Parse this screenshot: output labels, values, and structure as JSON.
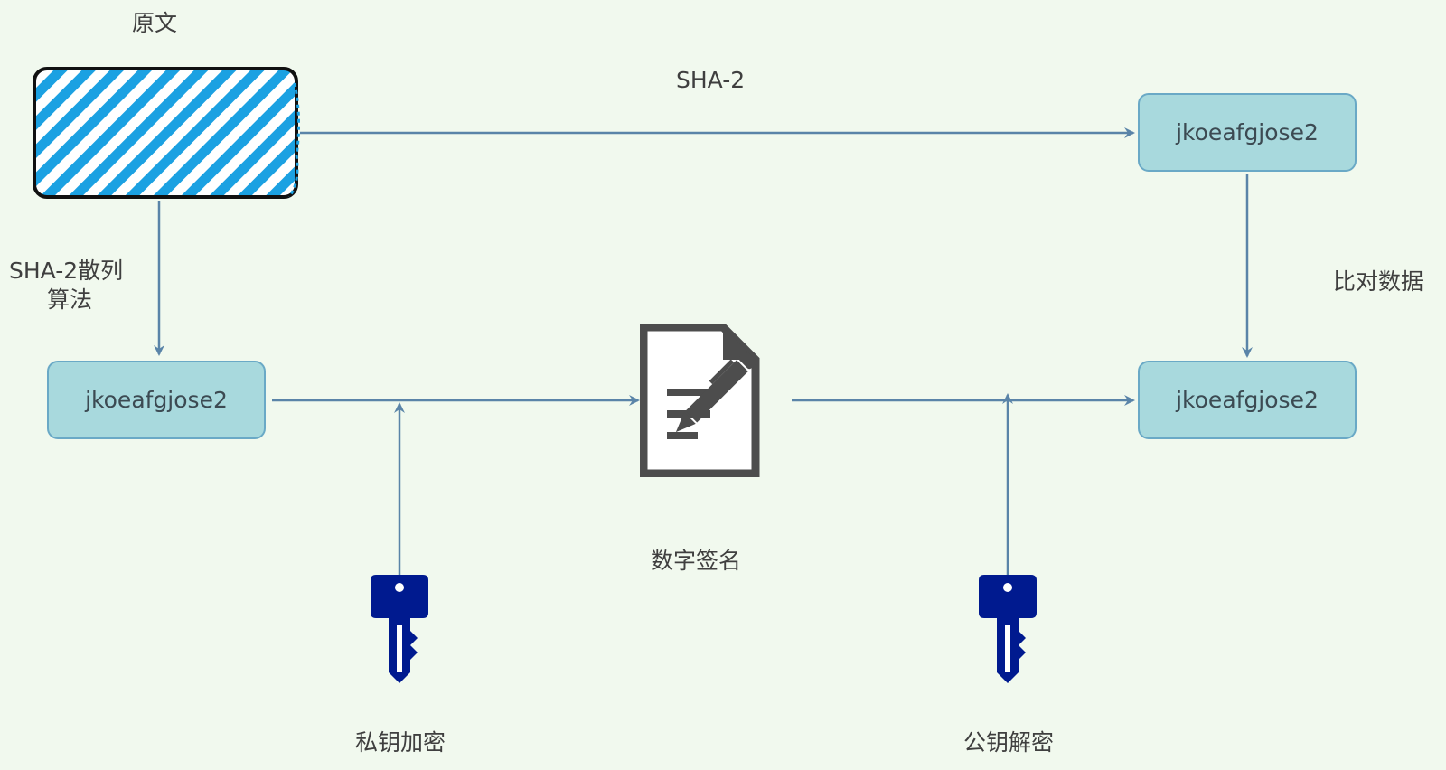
{
  "labels": {
    "plaintext": "原文",
    "sha2_top": "SHA-2",
    "sha2_hash_line1": "SHA-2散列",
    "sha2_hash_line2": "算法",
    "compare_data": "比对数据",
    "digital_signature": "数字签名",
    "private_key_encrypt": "私钥加密",
    "public_key_decrypt": "公钥解密"
  },
  "boxes": {
    "hash_left": "jkoeafgjose2",
    "hash_top_right": "jkoeafgjose2",
    "hash_bottom_right": "jkoeafgjose2"
  },
  "colors": {
    "background": "#f1f9ee",
    "box_fill": "#a8d9dd",
    "box_border": "#6aa9c6",
    "edge": "#5a84a8",
    "hatch": "#1ba1e2",
    "key": "#001a8f",
    "document": "#4d4d4d"
  },
  "icons": {
    "plaintext": "hatched-rectangle",
    "signature": "document-with-pen-icon",
    "private_key": "key-icon",
    "public_key": "key-icon"
  }
}
